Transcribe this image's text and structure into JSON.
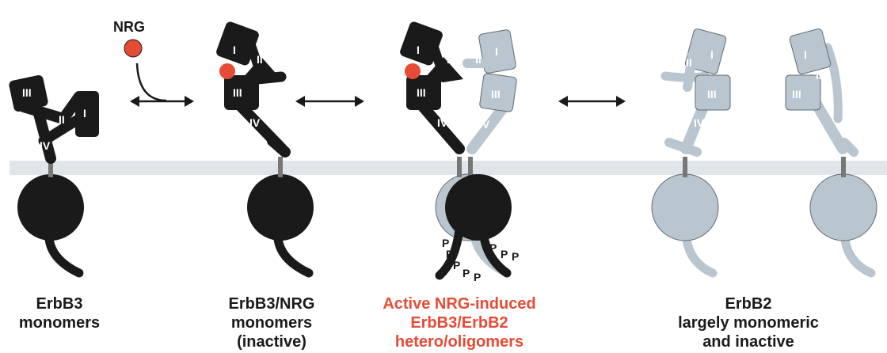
{
  "colors": {
    "erbb3": "#1a1a1a",
    "erbb2": "#b9c6cf",
    "erbb2_stroke": "#5f6b72",
    "nrg": "#e64b35",
    "membrane": "#dfe5e9",
    "active_caption": "#e64b35"
  },
  "ligand": {
    "label": "NRG"
  },
  "domains": {
    "d1": "I",
    "d2": "II",
    "d3": "III",
    "d4": "IV"
  },
  "phospho": {
    "label": "P"
  },
  "captions": [
    {
      "lines": [
        "ErbB3",
        "monomers"
      ]
    },
    {
      "lines": [
        "ErbB3/NRG",
        "monomers",
        "(inactive)"
      ]
    },
    {
      "lines": [
        "Active NRG-induced",
        "ErbB3/ErbB2",
        "hetero/oligomers"
      ]
    },
    {
      "lines": [
        "ErbB2",
        "largely monomeric",
        "and inactive"
      ]
    }
  ]
}
